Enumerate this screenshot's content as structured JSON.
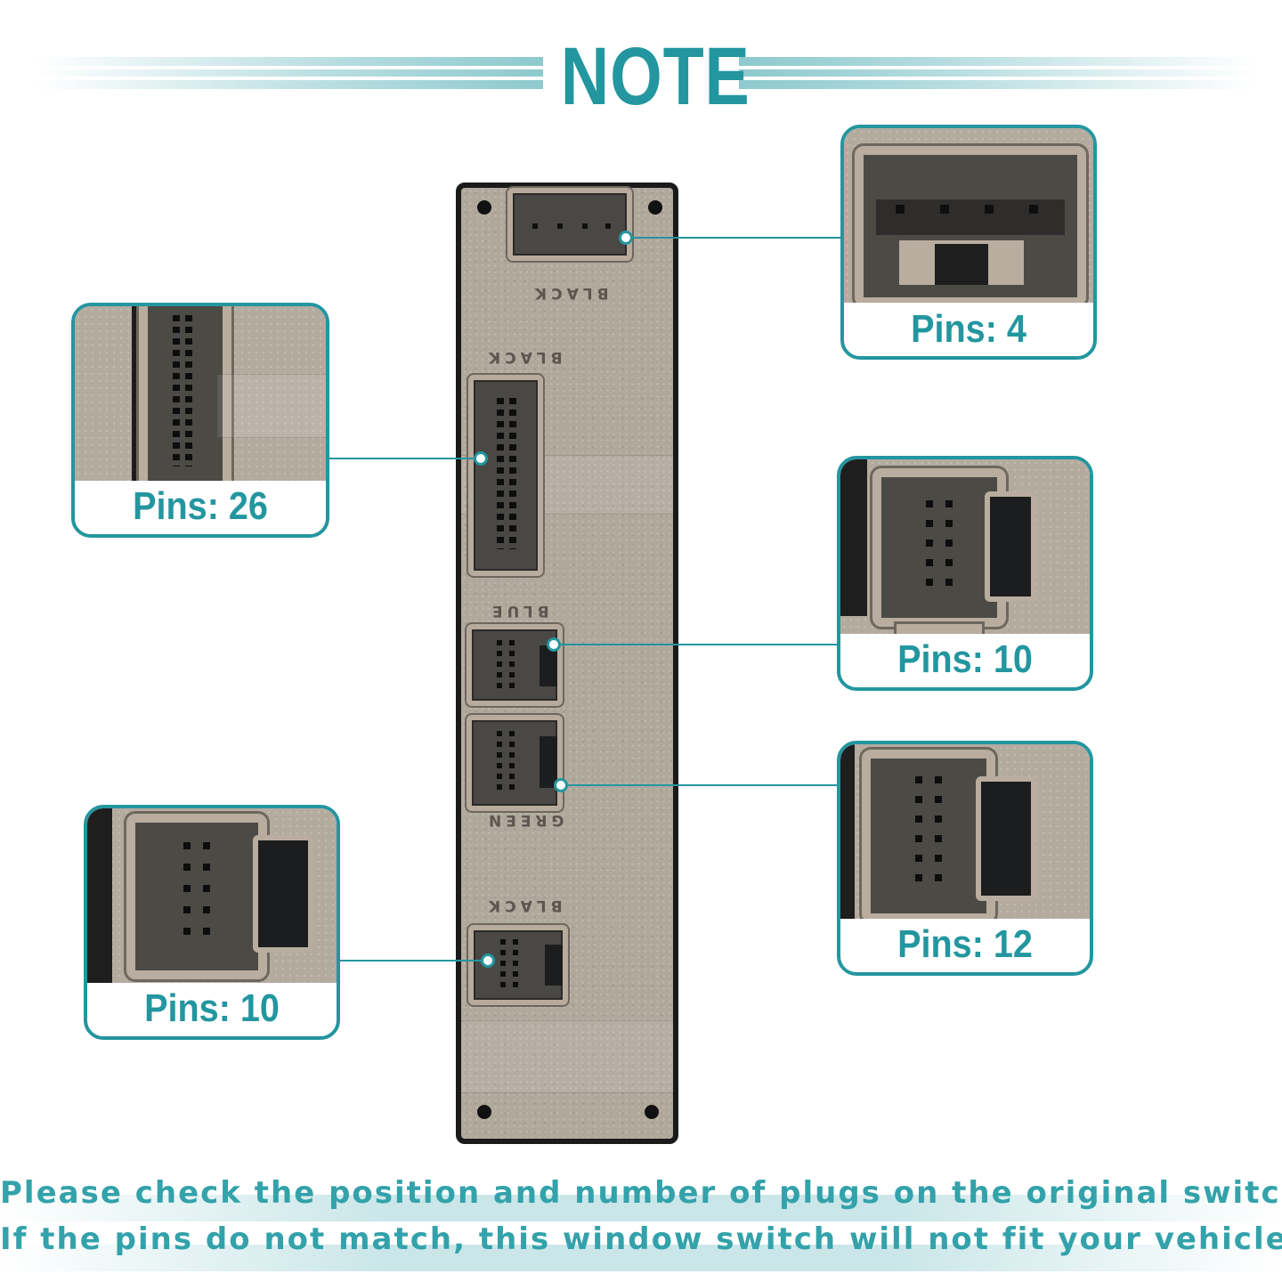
{
  "header": {
    "title": "NOTE"
  },
  "body_labels": {
    "top_plug": "BLACK",
    "plug_26": "BLACK",
    "plug_blue": "BLUE",
    "plug_green": "GREEN",
    "plug_bottom": "BLACK"
  },
  "callouts": {
    "pins_4": "Pins: 4",
    "pins_26": "Pins: 26",
    "pins_10_right": "Pins: 10",
    "pins_12": "Pins: 12",
    "pins_10_left": "Pins: 10"
  },
  "footer": {
    "line1": "Please check the position and number of plugs on the original switch.",
    "line2": "If the pins do not match, this window switch will not fit your vehicle."
  },
  "colors": {
    "accent": "#23969f",
    "housing": "#b1a89c",
    "connector": "#4a4844"
  }
}
